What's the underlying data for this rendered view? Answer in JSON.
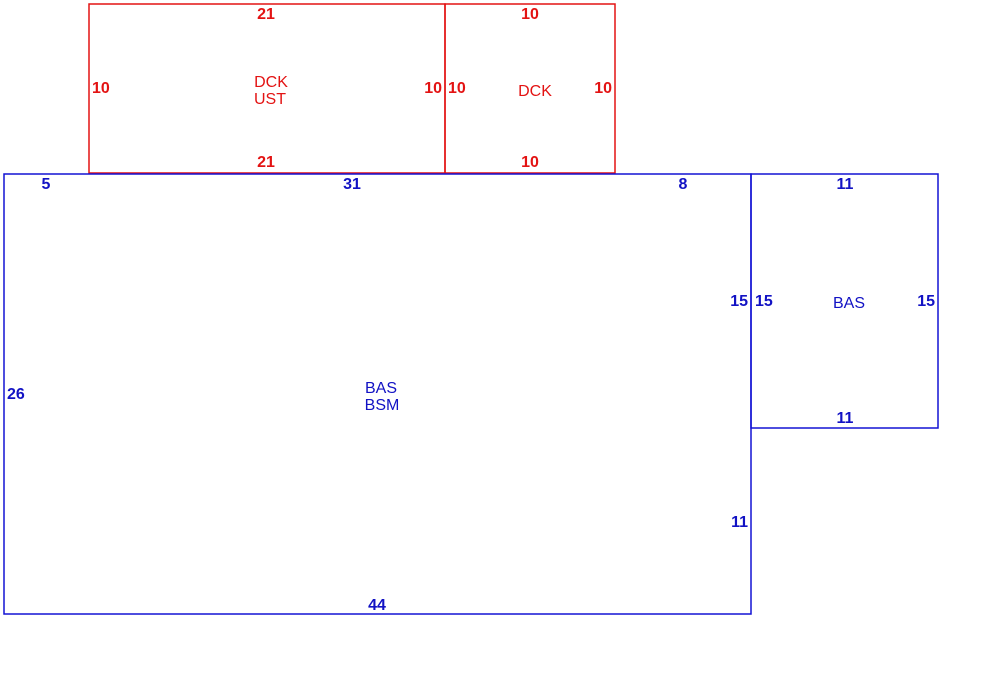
{
  "colors": {
    "deck": "#e31313",
    "basement": "#1212c4"
  },
  "dck_ust": {
    "label_line1": "DCK",
    "label_line2": "UST",
    "top": "21",
    "bottom": "21",
    "left": "10",
    "right": "10"
  },
  "dck": {
    "label": "DCK",
    "top": "10",
    "bottom": "10",
    "left": "10",
    "right": "10"
  },
  "bas_bsm": {
    "label_line1": "BAS",
    "label_line2": "BSM",
    "top_left": "5",
    "top_middle": "31",
    "top_right": "8",
    "left": "26",
    "right_upper": "15",
    "right_lower": "11",
    "bottom": "44"
  },
  "bas": {
    "label": "BAS",
    "top": "11",
    "bottom": "11",
    "left": "15",
    "right": "15"
  }
}
